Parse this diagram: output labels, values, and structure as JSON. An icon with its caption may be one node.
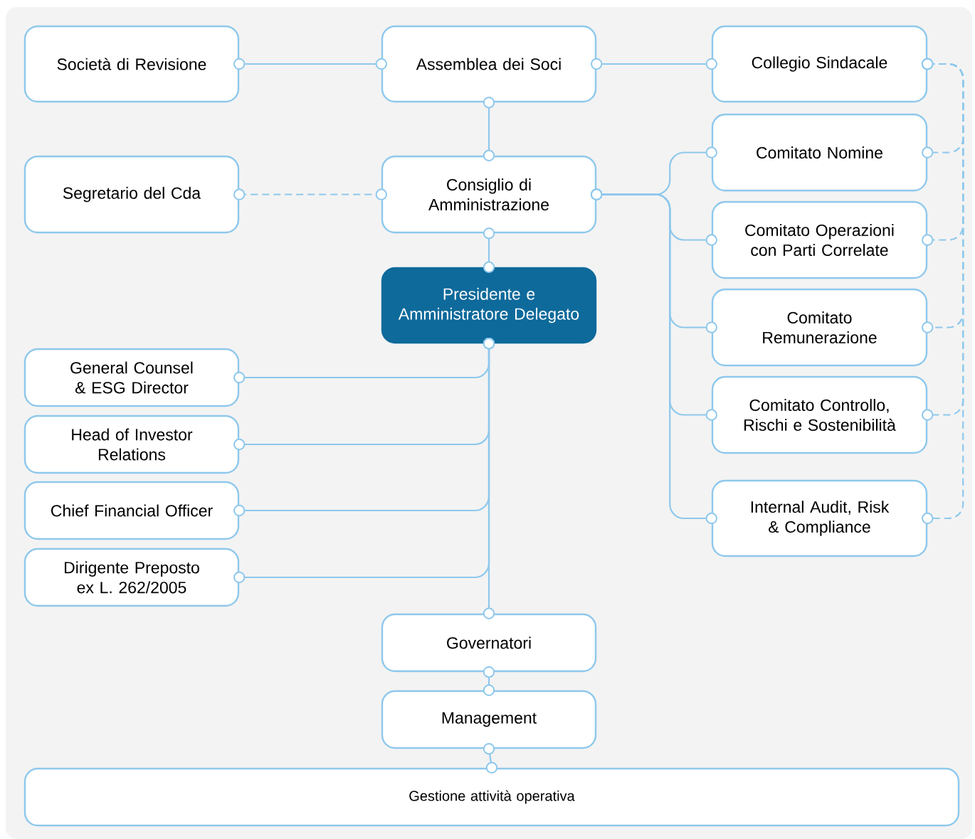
{
  "diagram": {
    "nodes": [
      {
        "text": [
          "Società di Revisione"
        ]
      },
      {
        "text": [
          "Assemblea dei Soci"
        ]
      },
      {
        "text": [
          "Collegio Sindacale"
        ]
      },
      {
        "text": [
          "Segretario del Cda"
        ]
      },
      {
        "text": [
          "Consiglio di Amministrazione"
        ]
      },
      {
        "text": [
          "Comitato Nomine"
        ]
      },
      {
        "text": [
          "Presidente e Amministratore Delegato"
        ]
      },
      {
        "text": [
          "Comitato Operazioni con Parti Correlate"
        ]
      },
      {
        "text": [
          "Comitato Remunerazione"
        ]
      },
      {
        "text": [
          "General Counsel & ESG Director"
        ]
      },
      {
        "text": [
          "Comitato Controllo, Rischi e Sostenibilità"
        ]
      },
      {
        "text": [
          "Head of Investor Relations"
        ]
      },
      {
        "text": [
          "Internal Audit, Risk & Compliance"
        ]
      },
      {
        "text": [
          "Chief Financial Officer"
        ]
      },
      {
        "text": [
          "Dirigente Preposto ex L. 262/2005"
        ]
      },
      {
        "text": [
          "Governatori"
        ]
      },
      {
        "text": [
          "Management"
        ]
      },
      {
        "text": [
          "Gestione attività operativa"
        ]
      }
    ],
    "edges": [
      {
        "from": 0,
        "to": 1,
        "arrow": "other"
      },
      {
        "from": 1,
        "to": 2,
        "arrow": "other"
      },
      {
        "from": 1,
        "to": 4,
        "arrow": "other"
      },
      {
        "from": 3,
        "to": 4,
        "arrow": "other",
        "style": "dashed"
      },
      {
        "from": 4,
        "to": 6,
        "arrow": "other"
      },
      {
        "from": 4,
        "to": 5,
        "arrow": "other"
      },
      {
        "from": 4,
        "to": 7,
        "arrow": "other"
      },
      {
        "from": 4,
        "to": 8,
        "arrow": "other"
      },
      {
        "from": 4,
        "to": 10,
        "arrow": "other"
      },
      {
        "from": 4,
        "to": 12,
        "arrow": "other"
      },
      {
        "from": 2,
        "to": 5,
        "arrow": "other",
        "style": "dashed"
      },
      {
        "from": 2,
        "to": 7,
        "arrow": "other",
        "style": "dashed"
      },
      {
        "from": 2,
        "to": 8,
        "arrow": "other",
        "style": "dashed"
      },
      {
        "from": 2,
        "to": 10,
        "arrow": "other",
        "style": "dashed"
      },
      {
        "from": 2,
        "to": 12,
        "arrow": "other",
        "style": "dashed"
      },
      {
        "from": 6,
        "to": 9,
        "arrow": "other"
      },
      {
        "from": 6,
        "to": 11,
        "arrow": "other"
      },
      {
        "from": 6,
        "to": 13,
        "arrow": "other"
      },
      {
        "from": 6,
        "to": 14,
        "arrow": "other"
      },
      {
        "from": 6,
        "to": 15,
        "arrow": "other"
      },
      {
        "from": 15,
        "to": 16,
        "arrow": "other"
      },
      {
        "from": 16,
        "to": 17,
        "arrow": "other"
      }
    ]
  }
}
